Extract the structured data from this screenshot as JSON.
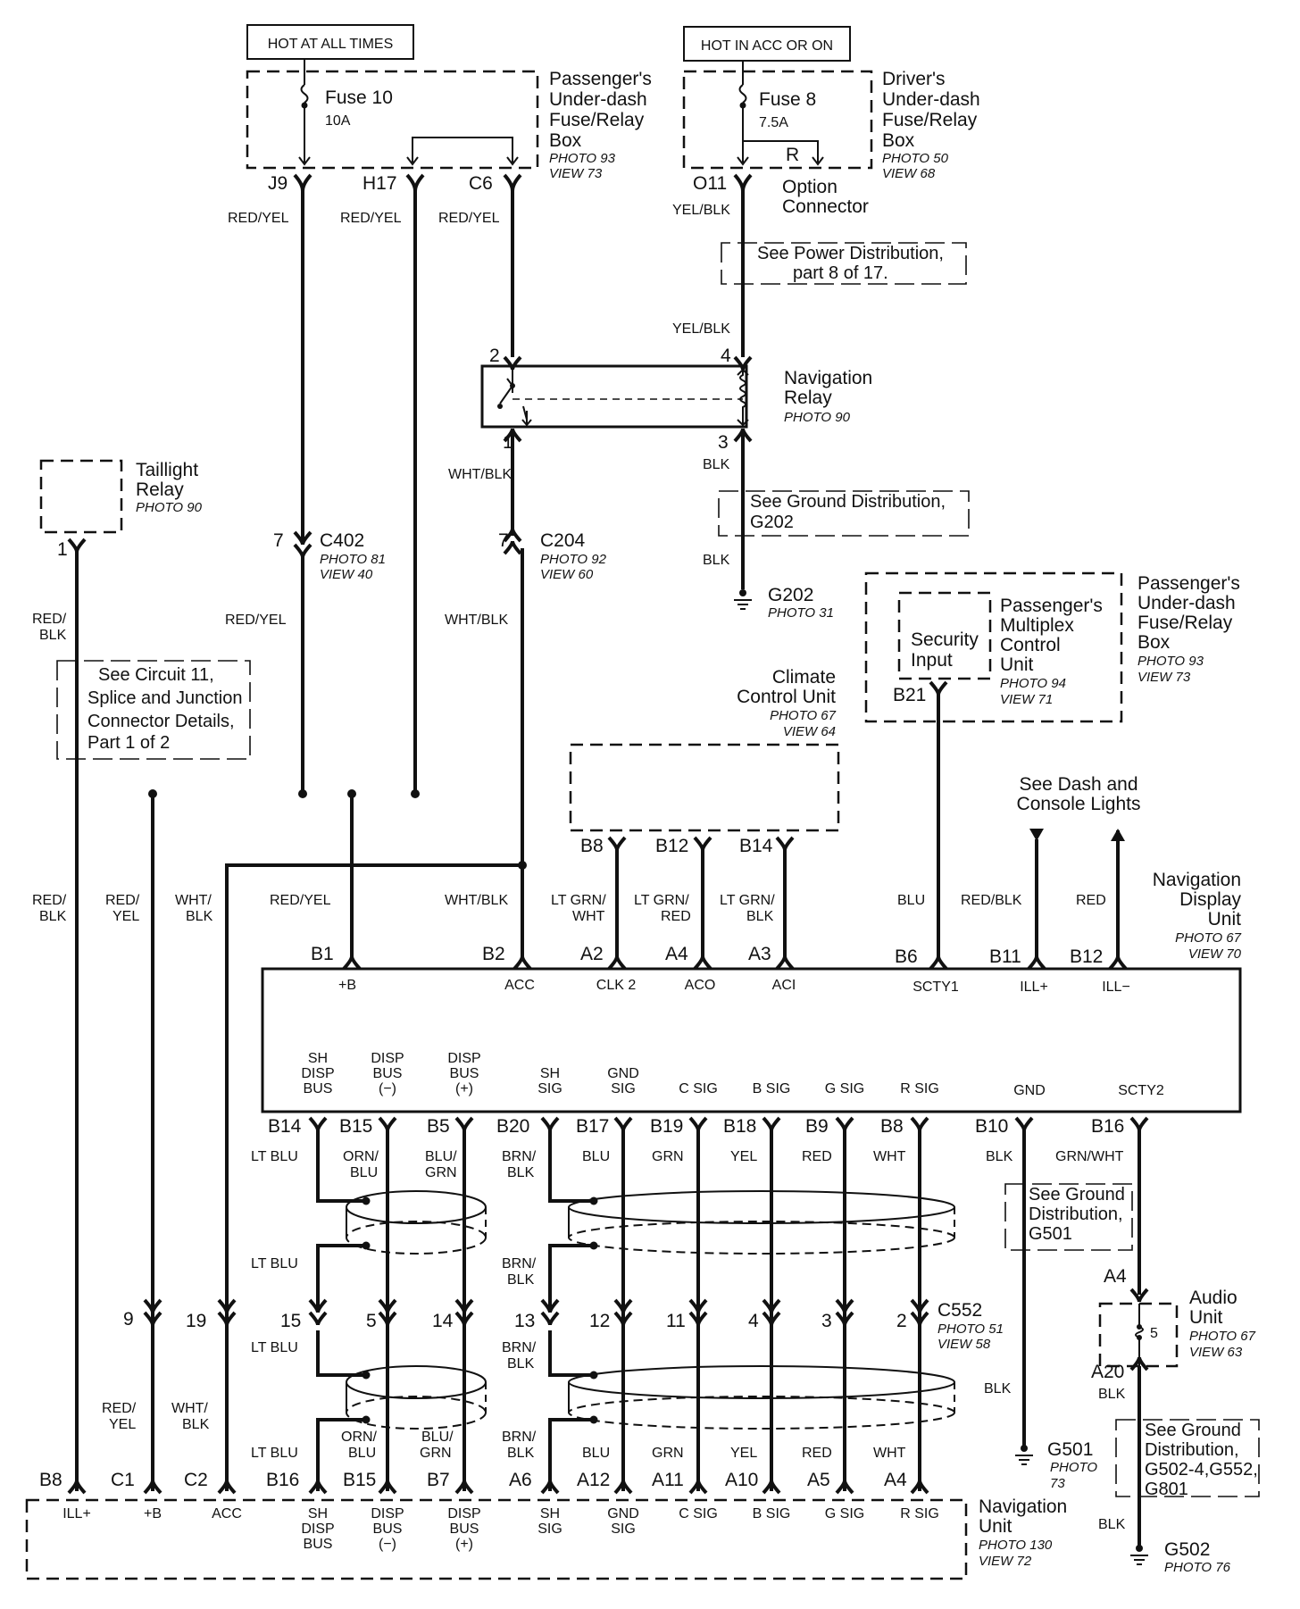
{
  "labels": {
    "hot_at_all_times": "HOT AT ALL TIMES",
    "hot_in_acc": "HOT IN ACC OR ON",
    "fuse10": "Fuse 10",
    "fuse10_rating": "10A",
    "fuse8": "Fuse 8",
    "fuse8_rating": "7.5A",
    "pass_box_1": "Passenger's",
    "pass_box_2": "Under-dash",
    "pass_box_3": "Fuse/Relay",
    "pass_box_4": "Box",
    "pass_box_photo": "PHOTO 93",
    "pass_box_view": "VIEW 73",
    "drv_box_1": "Driver's",
    "drv_box_2": "Under-dash",
    "drv_box_3": "Fuse/Relay",
    "drv_box_4": "Box",
    "drv_box_photo": "PHOTO 50",
    "drv_box_view": "VIEW 68",
    "r_letter": "R",
    "option_1": "Option",
    "option_2": "Connector",
    "see_power_1": "See Power Distribution,",
    "see_power_2": "part 8 of 17.",
    "nav_relay_1": "Navigation",
    "nav_relay_2": "Relay",
    "nav_relay_photo": "PHOTO 90",
    "see_ground_1": "See Ground Distribution,",
    "see_ground_2": "G202",
    "g202": "G202",
    "g202_photo": "PHOTO 31",
    "taillight_1": "Taillight",
    "taillight_2": "Relay",
    "taillight_photo": "PHOTO 90",
    "c402": "C402",
    "c402_photo": "PHOTO 81",
    "c402_view": "VIEW 40",
    "c204": "C204",
    "c204_photo": "PHOTO 92",
    "c204_view": "VIEW 60",
    "see_circuit_1": "See  Circuit  11,",
    "see_circuit_2": "Splice and Junction",
    "see_circuit_3": "Connector  Details,",
    "see_circuit_4": "Part 1 of 2",
    "climate_1": "Climate",
    "climate_2": "Control Unit",
    "climate_photo": "PHOTO 67",
    "climate_view": "VIEW 64",
    "security_1": "Security",
    "security_2": "Input",
    "pmcu_1": "Passenger's",
    "pmcu_2": "Multiplex",
    "pmcu_3": "Control",
    "pmcu_4": "Unit",
    "pmcu_photo": "PHOTO 94",
    "pmcu_view": "VIEW 71",
    "pass2_1": "Passenger's",
    "pass2_2": "Under-dash",
    "pass2_3": "Fuse/Relay",
    "pass2_4": "Box",
    "pass2_photo": "PHOTO 93",
    "pass2_view": "VIEW 73",
    "see_dash_1": "See Dash and",
    "see_dash_2": "Console Lights",
    "ndu_1": "Navigation",
    "ndu_2": "Display",
    "ndu_3": "Unit",
    "ndu_photo": "PHOTO 67",
    "ndu_view": "VIEW 70",
    "see_g501_1": "See Ground",
    "see_g501_2": "Distribution,",
    "see_g501_3": "G501",
    "audio_1": "Audio",
    "audio_2": "Unit",
    "audio_photo": "PHOTO 67",
    "audio_view": "VIEW 63",
    "audio_5": "5",
    "c552": "C552",
    "c552_photo": "PHOTO 51",
    "c552_view": "VIEW 58",
    "g501": "G501",
    "g501_photo_1": "PHOTO",
    "g501_photo_2": "73",
    "see_g502_1": "See Ground",
    "see_g502_2": "Distribution,",
    "see_g502_3": "G502-4,G552,",
    "see_g502_4": "G801",
    "g502": "G502",
    "g502_photo": "PHOTO 76",
    "nu_1": "Navigation",
    "nu_2": "Unit",
    "nu_photo": "PHOTO 130",
    "nu_view": "VIEW 72"
  },
  "pins": {
    "j9": "J9",
    "h17": "H17",
    "c6": "C6",
    "o11": "O11",
    "r2": "2",
    "r4": "4",
    "r1": "1",
    "r3": "3",
    "tl1": "1",
    "c402_7": "7",
    "c204_7": "7",
    "b8a": "B8",
    "b12a": "B12",
    "b14a": "B14",
    "b21": "B21",
    "b1": "B1",
    "b2": "B2",
    "a2": "A2",
    "a4": "A4",
    "a3": "A3",
    "b6": "B6",
    "b11": "B11",
    "b12": "B12",
    "b14": "B14",
    "b15": "B15",
    "b5": "B5",
    "b20": "B20",
    "b17": "B17",
    "b19": "B19",
    "b18": "B18",
    "b9": "B9",
    "b8": "B8",
    "b10": "B10",
    "b16": "B16",
    "a4_audio": "A4",
    "a20": "A20",
    "c9": "9",
    "c19": "19",
    "c15": "15",
    "c5": "5",
    "c14": "14",
    "c13": "13",
    "c12": "12",
    "c11": "11",
    "c4": "4",
    "c3": "3",
    "c2": "2",
    "nb8": "B8",
    "nc1": "C1",
    "nc2": "C2",
    "nb16": "B16",
    "nb15": "B15",
    "nb7": "B7",
    "na6": "A6",
    "na12": "A12",
    "na11": "A11",
    "na10": "A10",
    "na5": "A5",
    "na4": "A4"
  },
  "wires": {
    "j9a": "RED/YEL",
    "h17a": "RED/YEL",
    "c6a": "RED/YEL",
    "o11a": "YEL/BLK",
    "o11b": "YEL/BLK",
    "r1a": "WHT/BLK",
    "r3a": "BLK",
    "r3b": "BLK",
    "tl_a_1": "RED/",
    "tl_a_2": "BLK",
    "c402b": "RED/YEL",
    "c204b": "WHT/BLK",
    "l1_1": "RED/",
    "l1_2": "BLK",
    "l2_1": "RED/",
    "l2_2": "YEL",
    "l3_1": "WHT/",
    "l3_2": "BLK",
    "l4": "RED/YEL",
    "l5": "WHT/BLK",
    "a2w_1": "LT GRN/",
    "a2w_2": "WHT",
    "a4w_1": "LT GRN/",
    "a4w_2": "RED",
    "a3w_1": "LT GRN/",
    "a3w_2": "BLK",
    "b6w": "BLU",
    "b11w": "RED/BLK",
    "b12w": "RED",
    "b14w": "LT BLU",
    "b15w_1": "ORN/",
    "b15w_2": "BLU",
    "b5w_1": "BLU/",
    "b5w_2": "GRN",
    "b20w_1": "BRN/",
    "b20w_2": "BLK",
    "b17w": "BLU",
    "b19w": "GRN",
    "b18w": "YEL",
    "b9w": "RED",
    "b8w": "WHT",
    "b10w": "BLK",
    "b16w": "GRN/WHT",
    "mid_ltblu1": "LT BLU",
    "mid_brn1_1": "BRN/",
    "mid_brn1_2": "BLK",
    "mid_ltblu2": "LT BLU",
    "mid_brn2_1": "BRN/",
    "mid_brn2_2": "BLK",
    "low_redyel_1": "RED/",
    "low_redyel_2": "YEL",
    "low_whtblk_1": "WHT/",
    "low_whtblk_2": "BLK",
    "g501w": "BLK",
    "a20w": "BLK",
    "g502w": "BLK",
    "bot_ltblu": "LT BLU",
    "bot_orn_1": "ORN/",
    "bot_orn_2": "BLU",
    "bot_blu_1": "BLU/",
    "bot_blu_2": "GRN",
    "bot_brn_1": "BRN/",
    "bot_brn_2": "BLK",
    "bot_blu": "BLU",
    "bot_grn": "GRN",
    "bot_yel": "YEL",
    "bot_red": "RED",
    "bot_wht": "WHT"
  },
  "ndu_terminals": {
    "b": "+B",
    "acc": "ACC",
    "clk2": "CLK 2",
    "aco": "ACO",
    "aci": "ACI",
    "scty1": "SCTY1",
    "illp": "ILL+",
    "illm": "ILL−",
    "sh1": "SH",
    "sh2": "DISP",
    "sh3": "BUS",
    "dm1": "DISP",
    "dm2": "BUS",
    "dm3": "(−)",
    "dp1": "DISP",
    "dp2": "BUS",
    "dp3": "(+)",
    "ss1": "SH",
    "ss2": "SIG",
    "gs1": "GND",
    "gs2": "SIG",
    "csig": "C SIG",
    "bsig": "B SIG",
    "gsig": "G SIG",
    "rsig": "R SIG",
    "gnd": "GND",
    "scty2": "SCTY2"
  },
  "nu_terminals": {
    "illp": "ILL+",
    "b": "+B",
    "acc": "ACC",
    "sh1": "SH",
    "sh2": "DISP",
    "sh3": "BUS",
    "dm1": "DISP",
    "dm2": "BUS",
    "dm3": "(−)",
    "dp1": "DISP",
    "dp2": "BUS",
    "dp3": "(+)",
    "ss1": "SH",
    "ss2": "SIG",
    "gs1": "GND",
    "gs2": "SIG",
    "csig": "C SIG",
    "bsig": "B SIG",
    "gsig": "G SIG",
    "rsig": "R SIG"
  }
}
